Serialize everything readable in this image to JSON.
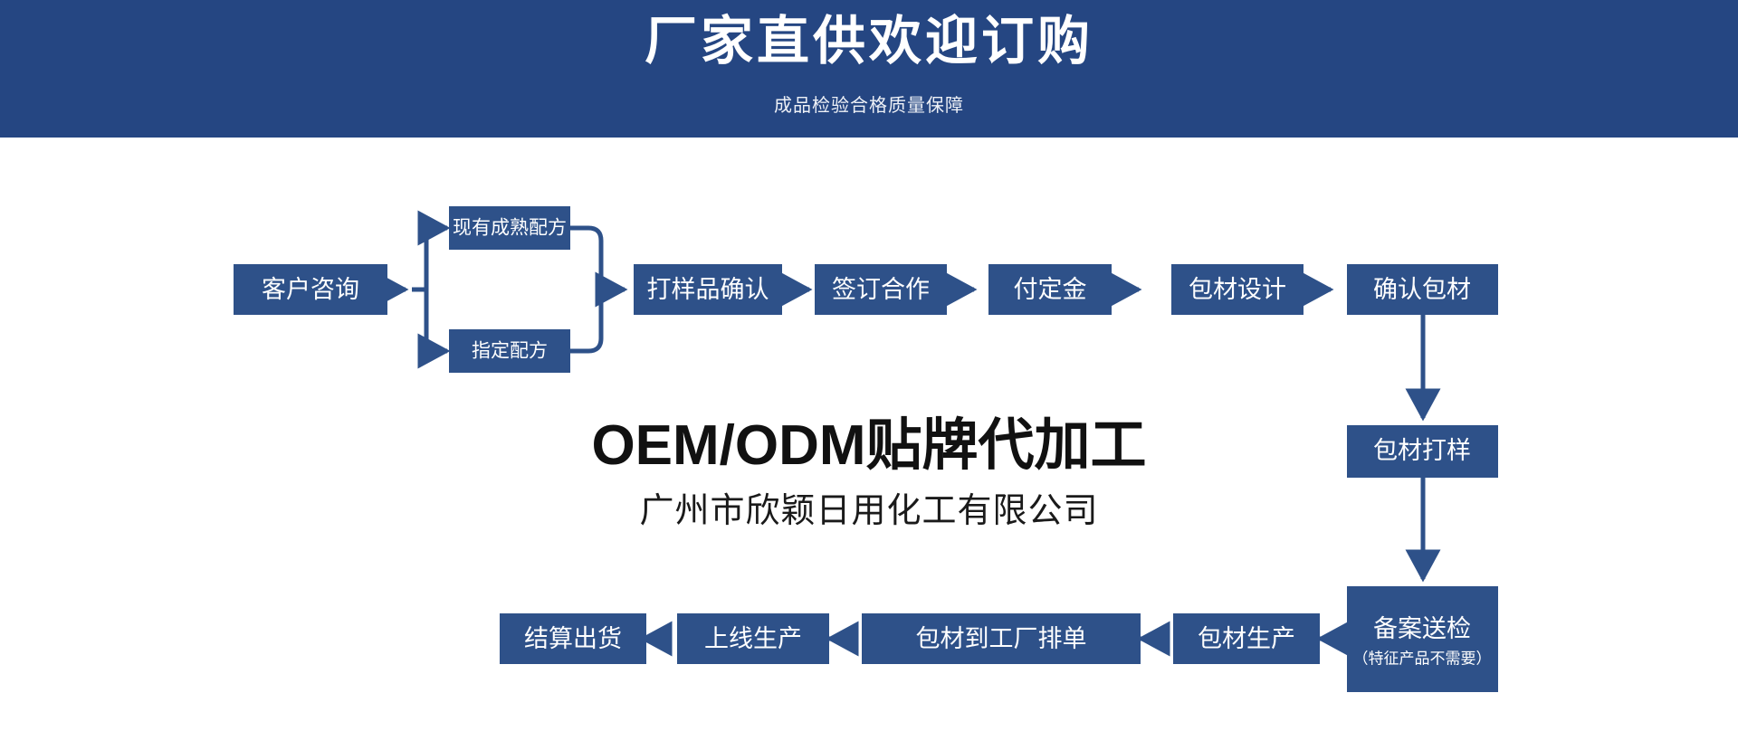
{
  "header": {
    "title": "厂家直供欢迎订购",
    "subtitle": "成品检验合格质量保障"
  },
  "brand": {
    "main": "OEM/ODM贴牌代加工",
    "company": "广州市欣颖日用化工有限公司"
  },
  "colors": {
    "banner_blue": "#254682",
    "node_blue": "#2E5189",
    "page_background": "#FFFFFF",
    "node_text": "#FFFFFF"
  },
  "flow": {
    "nodes": {
      "customer_inquiry": "客户咨询",
      "existing_formula": "现有成熟配方",
      "specified_formula": "指定配方",
      "sample_confirm": "打样品确认",
      "sign_contract": "签订合作",
      "pay_deposit": "付定金",
      "package_design": "包材设计",
      "package_confirm": "确认包材",
      "package_sample": "包材打样",
      "filing_inspection": "备案送检",
      "filing_inspection_note": "（特征产品不需要）",
      "package_production": "包材生产",
      "package_to_factory": "包材到工厂排单",
      "start_production": "上线生产",
      "settle_shipment": "结算出货"
    }
  }
}
